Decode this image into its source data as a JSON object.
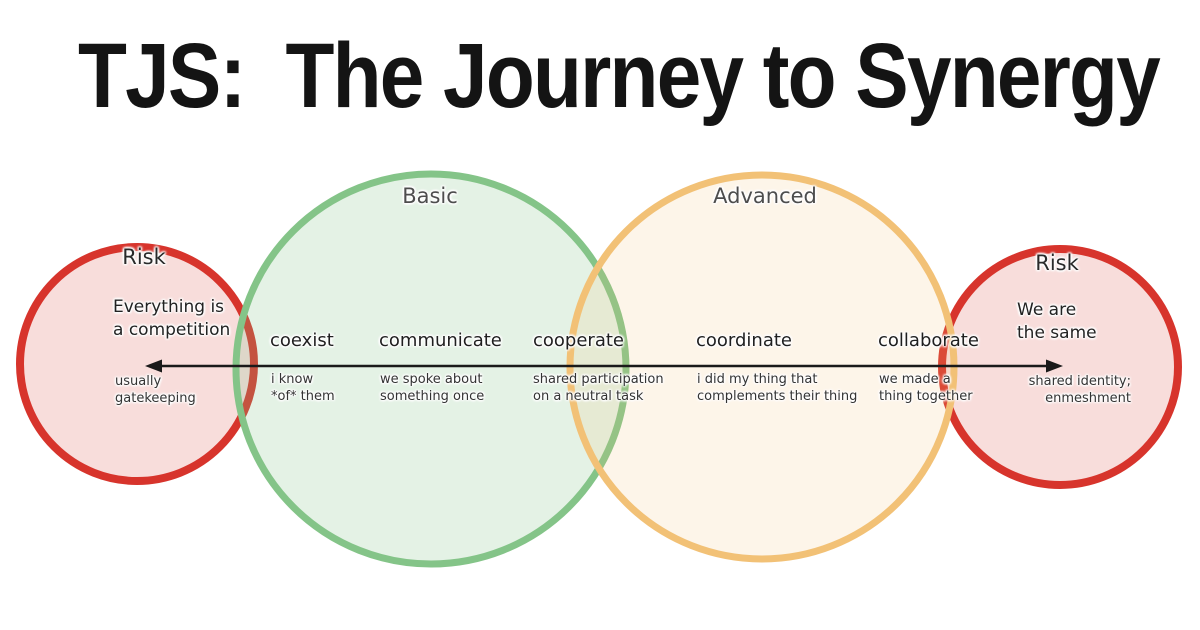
{
  "title": "TJS:  The Journey to Synergy",
  "colors": {
    "risk_stroke": "#d7342c",
    "risk_fill": "rgba(215,52,44,0.17)",
    "basic_stroke": "#84c488",
    "basic_fill": "rgba(132,196,136,0.22)",
    "advanced_stroke": "#f2c176",
    "advanced_fill": "rgba(243,194,121,0.16)",
    "arrow": "#1a1a1a"
  },
  "groups": {
    "basic": {
      "label": "Basic"
    },
    "advanced": {
      "label": "Advanced"
    },
    "risk_left": {
      "label": "Risk",
      "text": "Everything is\na competition",
      "note": "usually\ngatekeeping"
    },
    "risk_right": {
      "label": "Risk",
      "text": "We are\nthe same",
      "note": "shared identity;\nenmeshment"
    }
  },
  "stages": [
    {
      "label": "coexist",
      "description": "i know\n*of* them"
    },
    {
      "label": "communicate",
      "description": "we spoke about\nsomething once"
    },
    {
      "label": "cooperate",
      "description": "shared participation\non a neutral task"
    },
    {
      "label": "coordinate",
      "description": "i did my thing that\ncomplements their thing"
    },
    {
      "label": "collaborate",
      "description": "we made a\nthing together"
    }
  ]
}
